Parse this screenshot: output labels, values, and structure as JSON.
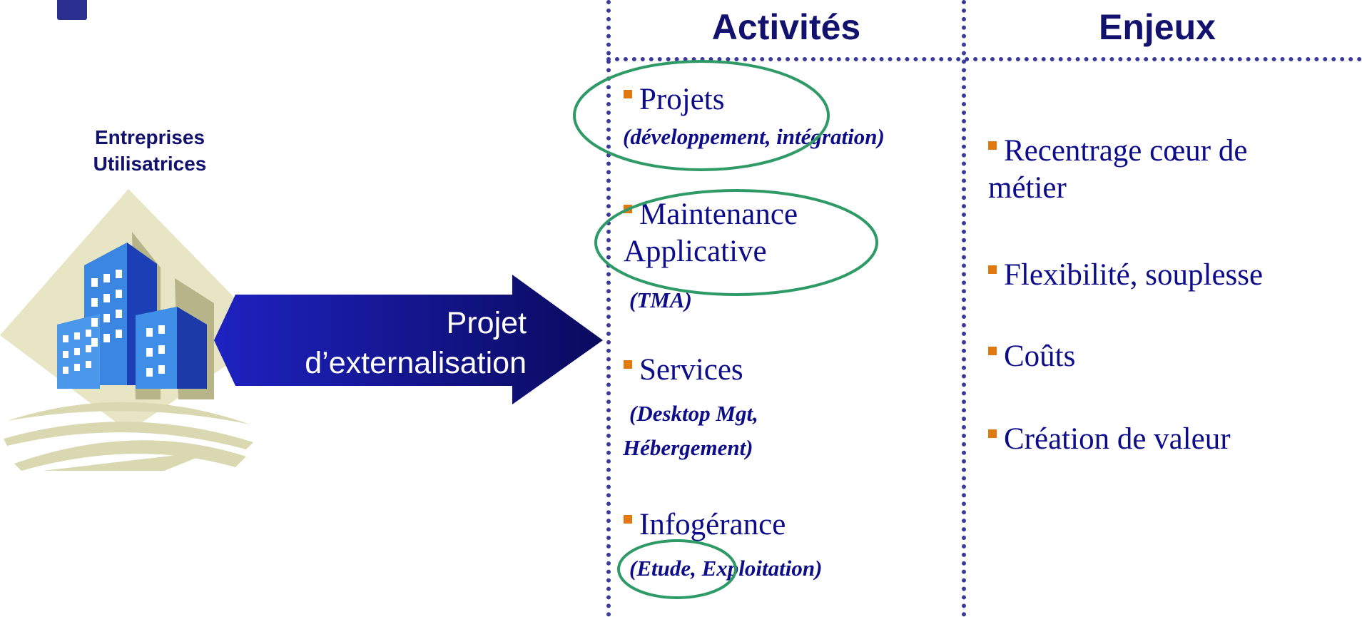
{
  "left_panel": {
    "title_line1": "Entreprises",
    "title_line2": "Utilisatrices"
  },
  "arrow": {
    "label_line1": "Projet",
    "label_line2": "d’externalisation"
  },
  "columns": {
    "activites": {
      "header": "Activités",
      "items": [
        {
          "label": "Projets",
          "detail": "(développement, intégration)"
        },
        {
          "label_line1": "Maintenance",
          "label_line2": "Applicative",
          "detail": "(TMA)"
        },
        {
          "label": "Services",
          "detail_line1": "(Desktop Mgt,",
          "detail_line2": "Hébergement)"
        },
        {
          "label": "Infogérance",
          "detail": "(Etude, Exploitation)"
        }
      ]
    },
    "enjeux": {
      "header": "Enjeux",
      "items": [
        {
          "label_line1": "Recentrage cœur de",
          "label_line2": "métier"
        },
        {
          "label": "Flexibilité, souplesse"
        },
        {
          "label": "Coûts"
        },
        {
          "label": "Création de valeur"
        }
      ]
    }
  },
  "colors": {
    "text_navy": "#0d0d8a",
    "heading_navy": "#12126e",
    "bullet_orange": "#e07a10",
    "highlight_green": "#2e9a66",
    "divider_blue": "#3a3a9a"
  }
}
